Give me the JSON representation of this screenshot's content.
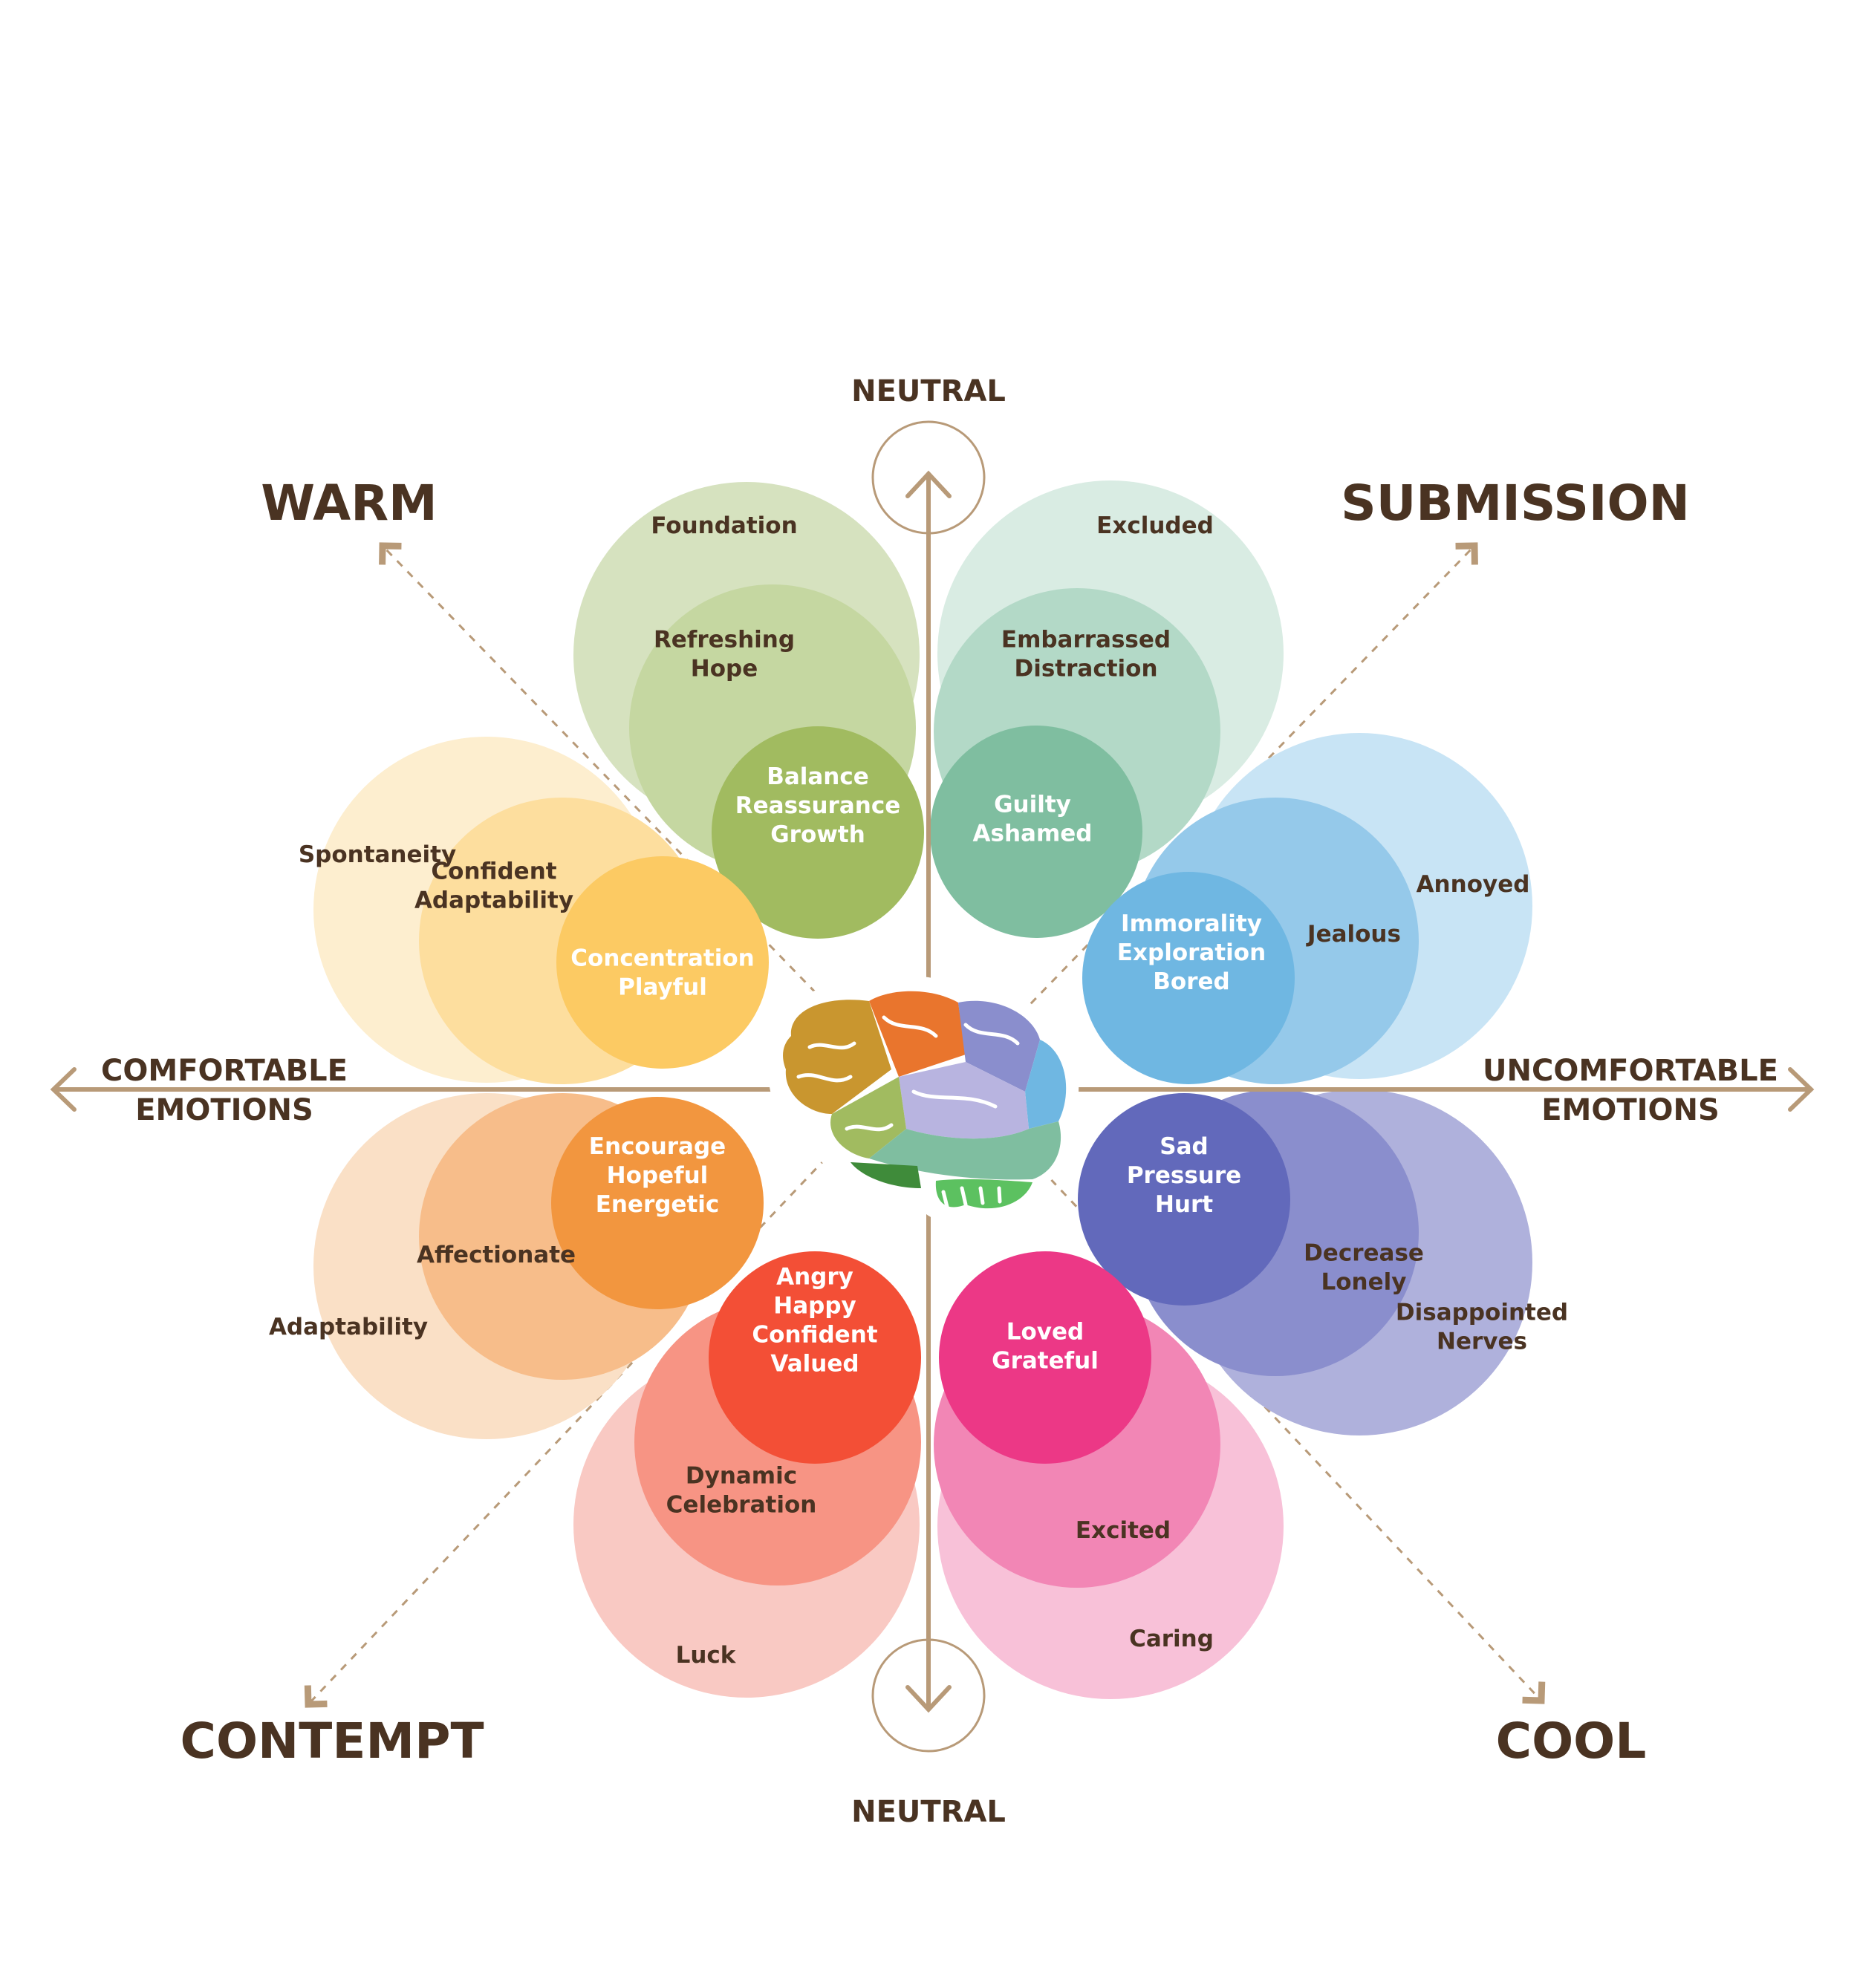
{
  "corners": {
    "top_left": "WARM",
    "top_right": "SUBMISSION",
    "bottom_left": "CONTEMPT",
    "bottom_right": "COOL"
  },
  "axes": {
    "top": "NEUTRAL",
    "bottom": "NEUTRAL",
    "left": [
      "COMFORTABLE",
      "EMOTIONS"
    ],
    "right": [
      "UNCOMFORTABLE",
      "EMOTIONS"
    ]
  },
  "center_icon": "brain-icon",
  "colors": {
    "text_dark": "#4a3322",
    "axis": "#b89a78",
    "green_outer": "#d6e2bf",
    "green_mid": "#c5d7a1",
    "green_inner": "#a1bb60",
    "mint_outer": "#d9ece3",
    "mint_mid": "#b3d9c7",
    "mint_inner": "#7fbea0",
    "yellow_outer": "#fdeecf",
    "yellow_mid": "#fdde9e",
    "yellow_inner": "#fcca63",
    "blue_outer": "#c8e4f5",
    "blue_mid": "#95c9ea",
    "blue_inner": "#6fb7e2",
    "orange_outer": "#fae0c6",
    "orange_mid": "#f7bd8a",
    "orange_inner": "#f2963f",
    "purple_outer": "#afb1dc",
    "purple_mid": "#8a8ecd",
    "purple_inner": "#6269bb",
    "red_outer": "#f9c9c3",
    "red_mid": "#f79484",
    "red_inner": "#f34f36",
    "pink_outer": "#f8c1d8",
    "pink_mid": "#f286b5",
    "pink_inner": "#ec3886"
  },
  "petals": [
    {
      "name": "green",
      "outer": [
        "Foundation"
      ],
      "middle": [
        "Refreshing",
        "Hope"
      ],
      "inner": [
        "Balance",
        "Reassurance",
        "Growth"
      ]
    },
    {
      "name": "mint",
      "outer": [
        "Excluded"
      ],
      "middle": [
        "Embarrassed",
        "Distraction"
      ],
      "inner": [
        "Guilty",
        "Ashamed"
      ]
    },
    {
      "name": "yellow",
      "outer": [
        "Spontaneity"
      ],
      "middle": [
        "Confident",
        "Adaptability"
      ],
      "inner": [
        "Concentration",
        "Playful"
      ]
    },
    {
      "name": "blue",
      "outer": [
        "Annoyed"
      ],
      "middle": [
        "Jealous"
      ],
      "inner": [
        "Immorality",
        "Exploration",
        "Bored"
      ]
    },
    {
      "name": "orange",
      "outer": [
        "Adaptability"
      ],
      "middle": [
        "Affectionate"
      ],
      "inner": [
        "Encourage",
        "Hopeful",
        "Energetic"
      ]
    },
    {
      "name": "purple",
      "outer": [
        "Disappointed",
        "Nerves"
      ],
      "middle": [
        "Decrease",
        "Lonely"
      ],
      "inner": [
        "Sad",
        "Pressure",
        "Hurt"
      ]
    },
    {
      "name": "red",
      "outer": [
        "Luck"
      ],
      "middle": [
        "Dynamic",
        "Celebration"
      ],
      "inner": [
        "Angry",
        "Happy",
        "Confident",
        "Valued"
      ]
    },
    {
      "name": "pink",
      "outer": [
        "Caring"
      ],
      "middle": [
        "Excited"
      ],
      "inner": [
        "Loved",
        "Grateful"
      ]
    }
  ]
}
